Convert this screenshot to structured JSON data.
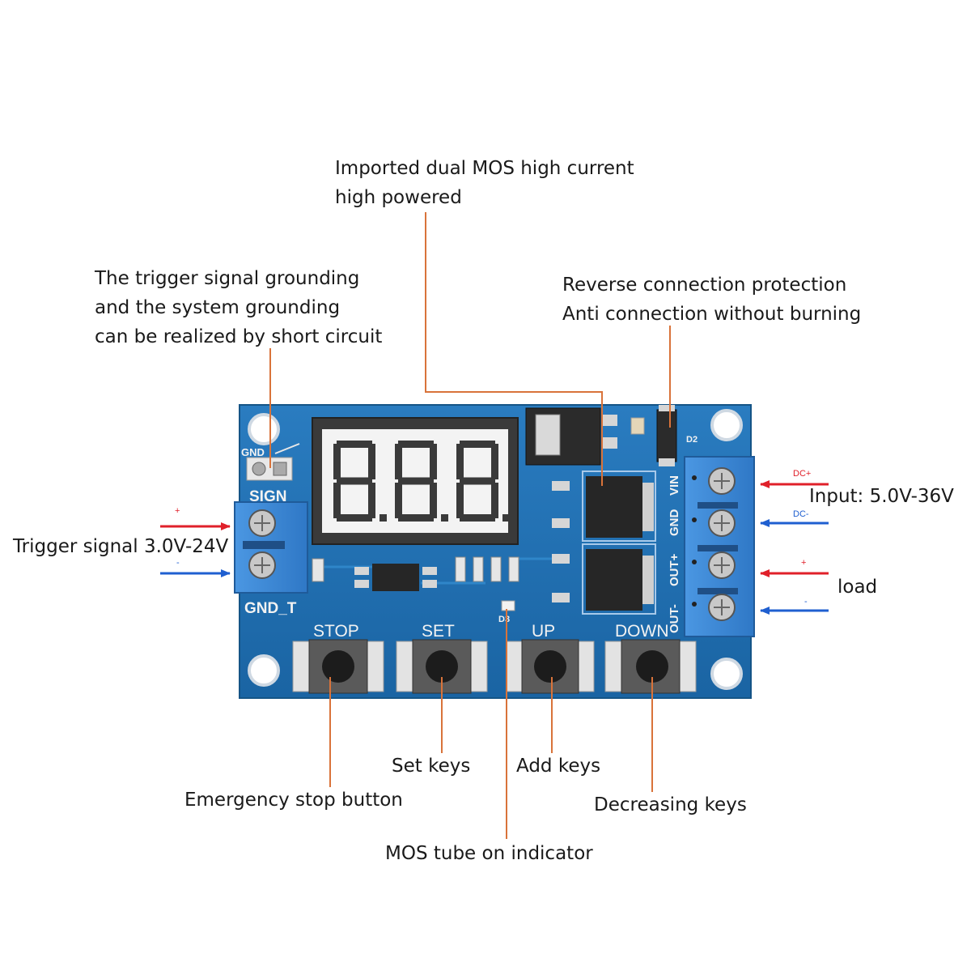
{
  "callouts": {
    "mos": [
      "Imported dual MOS high current",
      "high powered"
    ],
    "grounding": [
      "The trigger signal grounding",
      "and the system grounding",
      "can be realized by short circuit"
    ],
    "reverse": [
      "Reverse connection protection",
      "Anti connection without burning"
    ],
    "set_keys": "Set keys",
    "add_keys": "Add keys",
    "emergency_stop": "Emergency stop button",
    "decreasing_keys": "Decreasing keys",
    "mos_indicator": "MOS tube on indicator"
  },
  "side_labels": {
    "trigger": "Trigger signal 3.0V-24V",
    "input": "Input: 5.0V-36V",
    "load": "load"
  },
  "arrows": {
    "dc_plus": "DC+",
    "dc_minus": "DC-",
    "plus": "+",
    "minus": "-"
  },
  "board": {
    "display": "8.8.8.",
    "silk": {
      "gnd": "GND",
      "sign": "SIGN",
      "gnd_t": "GND_T",
      "vin": "VIN",
      "gnd_r": "GND",
      "out_plus": "OUT+",
      "out_minus": "OUT-",
      "d2": "D2",
      "ind": "D3"
    },
    "buttons": {
      "stop": "STOP",
      "set": "SET",
      "up": "UP",
      "down": "DOWN"
    }
  },
  "colors": {
    "pcb": "#1d6fb0",
    "terminal": "#3b87d6",
    "leader": "#d9733a",
    "arrow_red": "#e0202a",
    "arrow_blue": "#1f5fd0"
  }
}
